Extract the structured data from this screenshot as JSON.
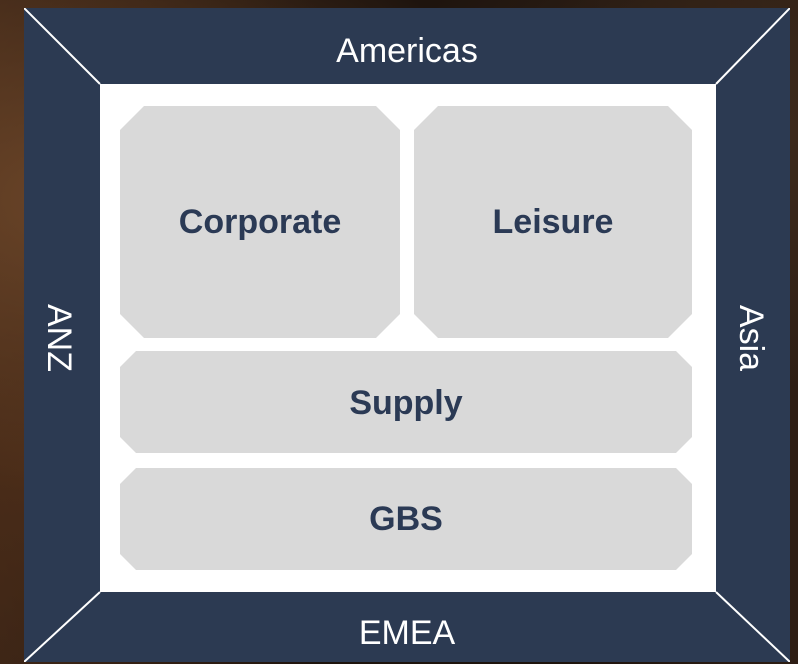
{
  "regions": {
    "top": "Americas",
    "bottom": "EMEA",
    "left": "ANZ",
    "right": "Asia"
  },
  "blocks": {
    "corporate": "Corporate",
    "leisure": "Leisure",
    "supply": "Supply",
    "gbs": "GBS"
  },
  "colors": {
    "frame": "#2c3a52",
    "inner_background": "#ffffff",
    "block_fill": "#d9d9d9",
    "block_text": "#2b3a55",
    "region_text": "#ffffff"
  }
}
